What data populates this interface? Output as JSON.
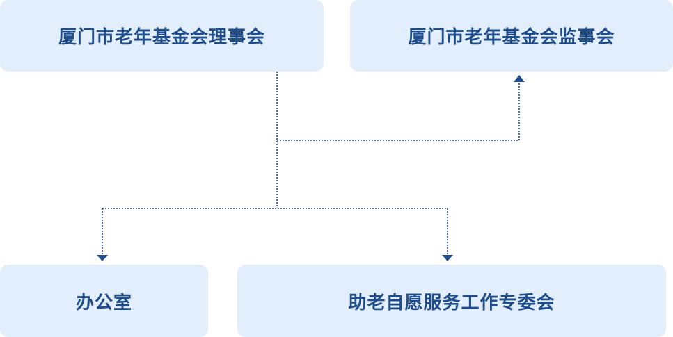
{
  "nodes": {
    "board": {
      "label": "厦门市老年基金会理事会"
    },
    "supervisory": {
      "label": "厦门市老年基金会监事会"
    },
    "office": {
      "label": "办公室"
    },
    "committee": {
      "label": "助老自愿服务工作专委会"
    }
  },
  "colors": {
    "node_background": "#e3eefc",
    "node_text": "#1f4d8c",
    "connector": "#1f4d8c"
  }
}
